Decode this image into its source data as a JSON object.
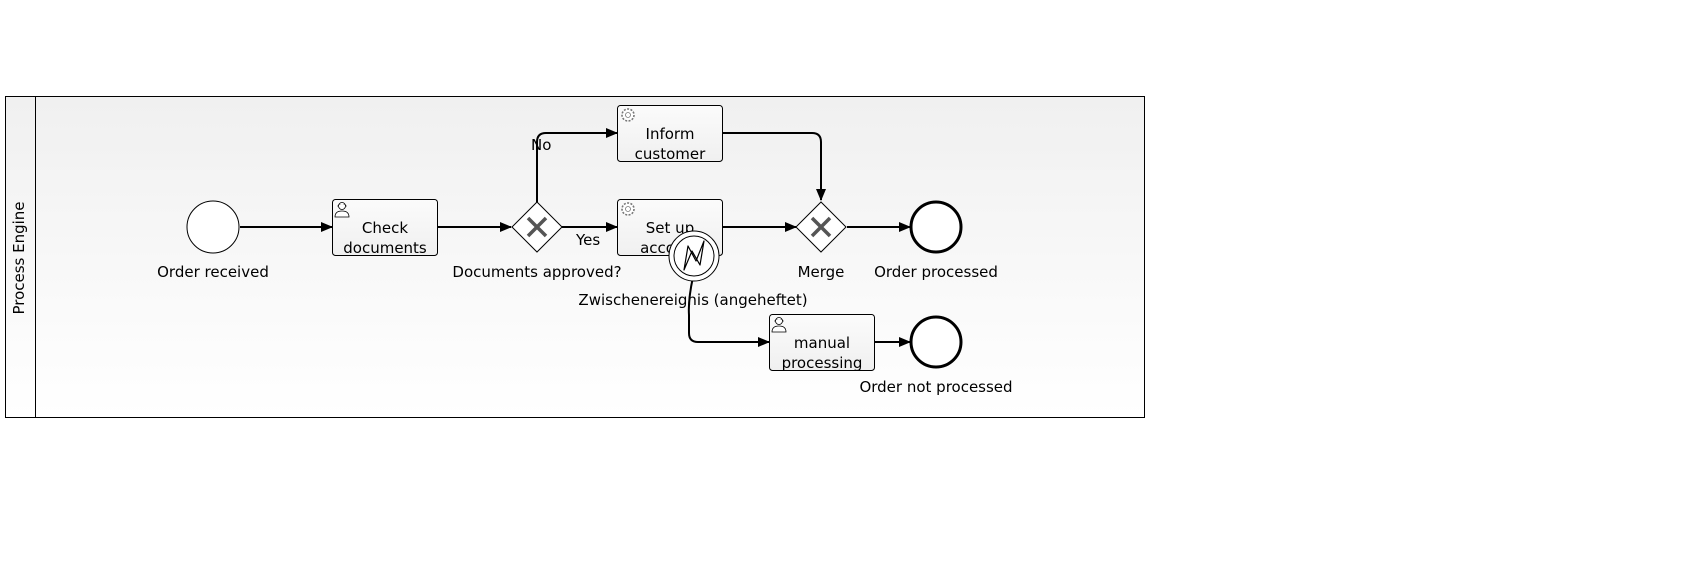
{
  "pool": {
    "label": "Process Engine"
  },
  "events": {
    "start": {
      "label": "Order received"
    },
    "end_processed": {
      "label": "Order processed"
    },
    "end_not_processed": {
      "label": "Order not processed"
    },
    "boundary": {
      "label": "Zwischenereignis (angeheftet)"
    }
  },
  "tasks": {
    "check": {
      "line1": "Check",
      "line2": "documents",
      "type": "user"
    },
    "inform": {
      "line1": "Inform",
      "line2": "customer",
      "type": "service"
    },
    "setup": {
      "line1": "Set up",
      "line2": "account",
      "type": "service"
    },
    "manual": {
      "line1": "manual",
      "line2": "processing",
      "type": "user"
    }
  },
  "gateways": {
    "approved": {
      "label": "Documents approved?"
    },
    "merge": {
      "label": "Merge"
    }
  },
  "flows": {
    "no": "No",
    "yes": "Yes"
  }
}
